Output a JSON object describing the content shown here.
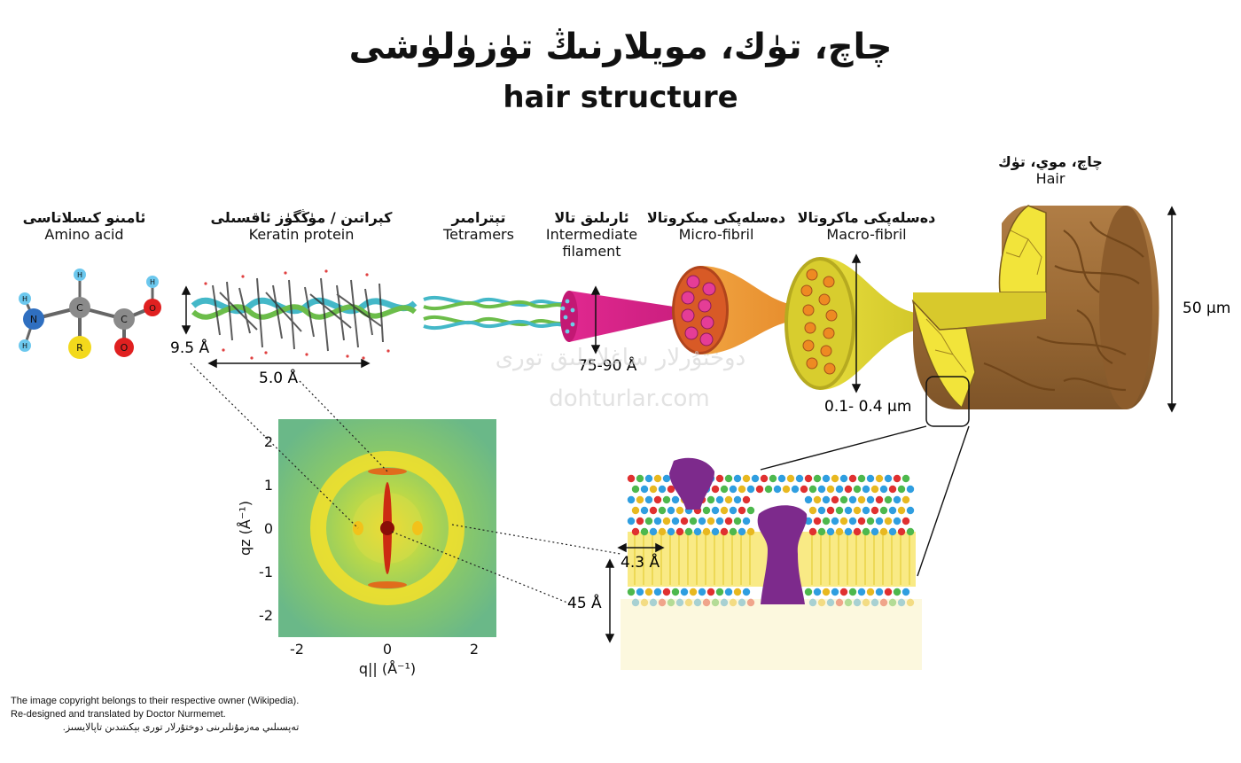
{
  "title": {
    "uyghur": "چاچ، تۈك، مويلارنىڭ تۈزۈلۈشى",
    "english": "hair structure"
  },
  "stages": [
    {
      "uyghur": "ئامىنو كىسلاتاسى",
      "english": "Amino acid"
    },
    {
      "uyghur": "كېراتىن / مۈڭگۈز ئاقسىلى",
      "english": "Keratin protein"
    },
    {
      "uyghur": "تېترامىر",
      "english": "Tetramers"
    },
    {
      "uyghur": "ئارىلىق تالا",
      "english": "Intermediate filament"
    },
    {
      "uyghur": "دەسلەپكى مىكروتالا",
      "english": "Micro-fibril"
    },
    {
      "uyghur": "دەسلەپكى ماكروتالا",
      "english": "Macro-fibril"
    },
    {
      "uyghur": "چاچ، موي، تۈك",
      "english": "Hair"
    }
  ],
  "amino_atoms": {
    "n": "N",
    "c1": "C",
    "c2": "C",
    "o1": "O",
    "o2": "O",
    "r": "R",
    "h": "H"
  },
  "measurements": {
    "keratin_height": "9.5 Å",
    "keratin_width": "5.0 Å",
    "filament": "75-90 Å",
    "macrofibril": "0.1- 0.4 µm",
    "hair": "50 µm",
    "lipid_spacing": "4.3 Å",
    "bilayer": "45 Å"
  },
  "diffraction": {
    "x_ticks": [
      "-2",
      "0",
      "2"
    ],
    "y_ticks": [
      "2",
      "1",
      "0",
      "-1",
      "-2"
    ],
    "x_label": "q|| (Å⁻¹)",
    "y_label": "qz (Å⁻¹)"
  },
  "watermark": {
    "script": "دوختۇرلار ساغلاملىق تورى",
    "url": "dohturlar.com"
  },
  "footer": {
    "line1": "The image copyright belongs to their respective owner (Wikipedia).",
    "line2": "Re-designed and translated by Doctor Nurmemet.",
    "line3": "تەپسىلىي مەزمۇنلىرىنى دوختۇرلار تورى بېكىتىدىن تاپالايسىز."
  },
  "colors": {
    "hair_brown": "#9b6a35",
    "hair_yellow": "#f2e43a",
    "microfibril_orange": "#e8952c",
    "filament_pink": "#d8238a",
    "protein_purple": "#7d2a8c"
  }
}
